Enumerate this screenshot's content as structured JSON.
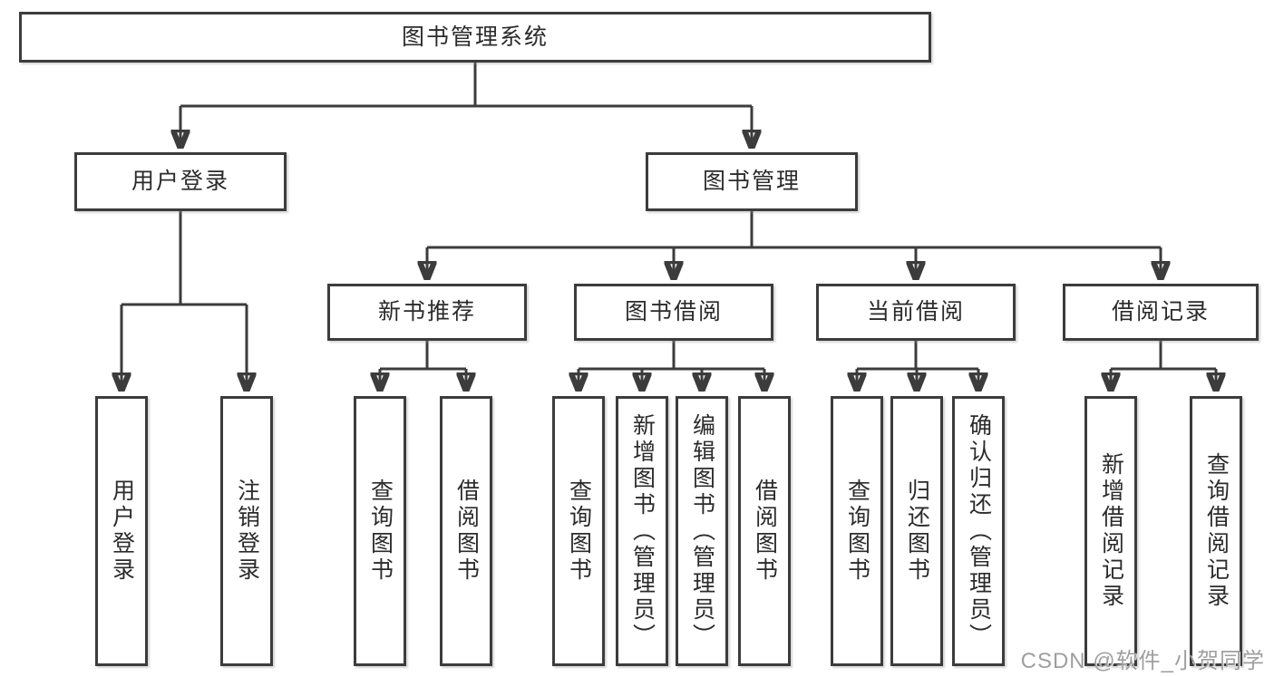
{
  "diagram_title": "图书管理系统",
  "watermark": "CSDN @软件_小贺同学",
  "nodes": {
    "root": {
      "label": "图书管理系统"
    },
    "user_login": {
      "label": "用户登录"
    },
    "book_mgmt": {
      "label": "图书管理"
    },
    "new_book_rec": {
      "label": "新书推荐"
    },
    "book_borrow": {
      "label": "图书借阅"
    },
    "current_borrow": {
      "label": "当前借阅"
    },
    "borrow_record": {
      "label": "借阅记录"
    },
    "ul_login": {
      "label": "用户登录"
    },
    "ul_logout": {
      "label": "注销登录"
    },
    "nb_query": {
      "label": "查询图书"
    },
    "nb_borrow": {
      "label": "借阅图书"
    },
    "bb_query": {
      "label": "查询图书"
    },
    "bb_add": {
      "label": "新增图书（管理员）"
    },
    "bb_edit": {
      "label": "编辑图书（管理员）"
    },
    "bb_borrow": {
      "label": "借阅图书"
    },
    "cb_query": {
      "label": "查询图书"
    },
    "cb_return": {
      "label": "归还图书"
    },
    "cb_confirm": {
      "label": "确认归还（管理员）"
    },
    "br_add": {
      "label": "新增借阅记录"
    },
    "br_query": {
      "label": "查询借阅记录"
    }
  },
  "edges": [
    {
      "from": "图书管理系统",
      "to": [
        "用户登录",
        "图书管理"
      ]
    },
    {
      "from": "用户登录",
      "to": [
        "用户登录",
        "注销登录"
      ]
    },
    {
      "from": "图书管理",
      "to": [
        "新书推荐",
        "图书借阅",
        "当前借阅",
        "借阅记录"
      ]
    },
    {
      "from": "新书推荐",
      "to": [
        "查询图书",
        "借阅图书"
      ]
    },
    {
      "from": "图书借阅",
      "to": [
        "查询图书",
        "新增图书（管理员）",
        "编辑图书（管理员）",
        "借阅图书"
      ]
    },
    {
      "from": "当前借阅",
      "to": [
        "查询图书",
        "归还图书",
        "确认归还（管理员）"
      ]
    },
    {
      "from": "借阅记录",
      "to": [
        "新增借阅记录",
        "查询借阅记录"
      ]
    }
  ],
  "colors": {
    "line": "#3c3c3c",
    "border": "#3c3c3c",
    "text": "#2b2b2b",
    "watermark": "#9f9f9f",
    "background": "#ffffff"
  }
}
